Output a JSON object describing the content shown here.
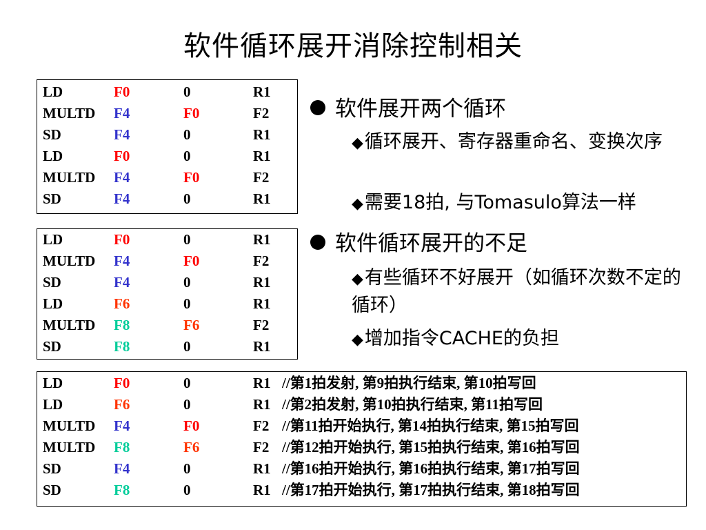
{
  "title": "软件循环展开消除控制相关",
  "colors": {
    "red": "#ff0000",
    "blue": "#3333cc",
    "orange": "#ff3300",
    "teal": "#00cc99",
    "black": "#000000"
  },
  "box1": [
    {
      "op": "LD",
      "r1": "F0",
      "r1c": "red",
      "r2": "0",
      "r2c": "black",
      "r3": "R1"
    },
    {
      "op": "MULTD",
      "r1": "F4",
      "r1c": "blue",
      "r2": "F0",
      "r2c": "red",
      "r3": "F2"
    },
    {
      "op": "SD",
      "r1": "F4",
      "r1c": "blue",
      "r2": "0",
      "r2c": "black",
      "r3": "R1"
    },
    {
      "op": "LD",
      "r1": "F0",
      "r1c": "red",
      "r2": "0",
      "r2c": "black",
      "r3": "R1"
    },
    {
      "op": "MULTD",
      "r1": "F4",
      "r1c": "blue",
      "r2": "F0",
      "r2c": "red",
      "r3": "F2"
    },
    {
      "op": "SD",
      "r1": "F4",
      "r1c": "blue",
      "r2": "0",
      "r2c": "black",
      "r3": "R1"
    }
  ],
  "box2": [
    {
      "op": "LD",
      "r1": "F0",
      "r1c": "red",
      "r2": "0",
      "r2c": "black",
      "r3": "R1"
    },
    {
      "op": "MULTD",
      "r1": "F4",
      "r1c": "blue",
      "r2": "F0",
      "r2c": "red",
      "r3": "F2"
    },
    {
      "op": "SD",
      "r1": "F4",
      "r1c": "blue",
      "r2": "0",
      "r2c": "black",
      "r3": "R1"
    },
    {
      "op": "LD",
      "r1": "F6",
      "r1c": "orange",
      "r2": "0",
      "r2c": "black",
      "r3": "R1"
    },
    {
      "op": "MULTD",
      "r1": "F8",
      "r1c": "teal",
      "r2": "F6",
      "r2c": "orange",
      "r3": "F2"
    },
    {
      "op": "SD",
      "r1": "F8",
      "r1c": "teal",
      "r2": "0",
      "r2c": "black",
      "r3": "R1"
    }
  ],
  "box3": [
    {
      "op": "LD",
      "r1": "F0",
      "r1c": "red",
      "r2": "0",
      "r2c": "black",
      "r3": "R1",
      "comment": "//第1拍发射, 第9拍执行结束, 第10拍写回"
    },
    {
      "op": "LD",
      "r1": "F6",
      "r1c": "orange",
      "r2": "0",
      "r2c": "black",
      "r3": "R1",
      "comment": "//第2拍发射, 第10拍执行结束, 第11拍写回"
    },
    {
      "op": "MULTD",
      "r1": "F4",
      "r1c": "blue",
      "r2": "F0",
      "r2c": "red",
      "r3": "F2",
      "comment": "//第11拍开始执行, 第14拍执行结束, 第15拍写回"
    },
    {
      "op": "MULTD",
      "r1": "F8",
      "r1c": "teal",
      "r2": "F6",
      "r2c": "orange",
      "r3": "F2",
      "comment": "//第12拍开始执行, 第15拍执行结束, 第16拍写回"
    },
    {
      "op": "SD",
      "r1": "F4",
      "r1c": "blue",
      "r2": "0",
      "r2c": "black",
      "r3": "R1",
      "comment": "//第16拍开始执行, 第16拍执行结束, 第17拍写回"
    },
    {
      "op": "SD",
      "r1": "F8",
      "r1c": "teal",
      "r2": "0",
      "r2c": "black",
      "r3": "R1",
      "comment": "//第17拍开始执行, 第17拍执行结束, 第18拍写回"
    }
  ],
  "bullets": {
    "b1": {
      "text": "软件展开两个循环"
    },
    "b1_s1": {
      "mark": "◆",
      "text": "循环展开、寄存器重命名、变换次序"
    },
    "b1_s2": {
      "mark": "◆",
      "text": "需要18拍, 与Tomasulo算法一样"
    },
    "b2": {
      "text": "软件循环展开的不足"
    },
    "b2_s1": {
      "mark": "◆",
      "text": "有些循环不好展开（如循环次数不定的循环）"
    },
    "b2_s2": {
      "mark": "◆",
      "text": "增加指令CACHE的负担"
    }
  }
}
